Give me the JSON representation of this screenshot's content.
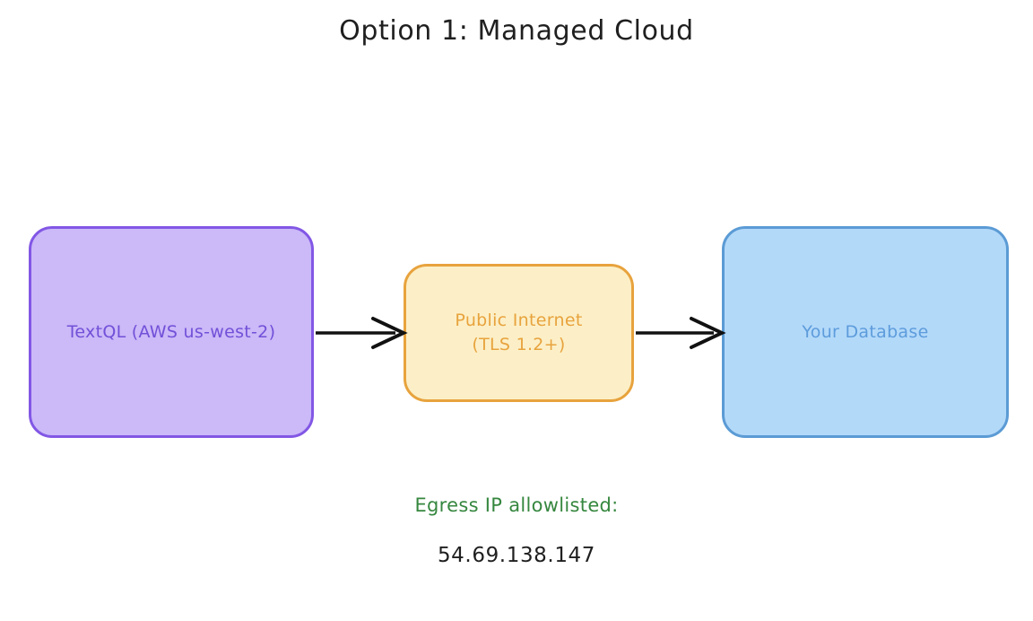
{
  "diagram": {
    "title": "Option 1: Managed Cloud",
    "background_color": "#ffffff",
    "type": "flowchart",
    "direction": "left-to-right"
  },
  "nodes": [
    {
      "id": "textql",
      "label": "TextQL (AWS us-west-2)",
      "fill_color": "#CBB9F8",
      "border_color": "#8257E5",
      "text_color": "#7250D8"
    },
    {
      "id": "public-internet",
      "label": "Public Internet\n(TLS 1.2+)",
      "fill_color": "#FCEFC7",
      "border_color": "#E8A33D",
      "text_color": "#E8A33D"
    },
    {
      "id": "your-database",
      "label": "Your Database",
      "fill_color": "#B3D9F9",
      "border_color": "#5B9BD5",
      "text_color": "#5D9CDC"
    }
  ],
  "edges": [
    {
      "id": "edge-textql-to-internet",
      "from": "textql",
      "to": "public-internet",
      "label": "",
      "color": "#111111"
    },
    {
      "id": "edge-internet-to-database",
      "from": "public-internet",
      "to": "your-database",
      "label": "",
      "color": "#111111"
    }
  ],
  "footnote": {
    "caption": "Egress IP allowlisted:",
    "caption_color": "#36873F",
    "ip_address": "54.69.138.147",
    "ip_color": "#1f1f1f"
  }
}
